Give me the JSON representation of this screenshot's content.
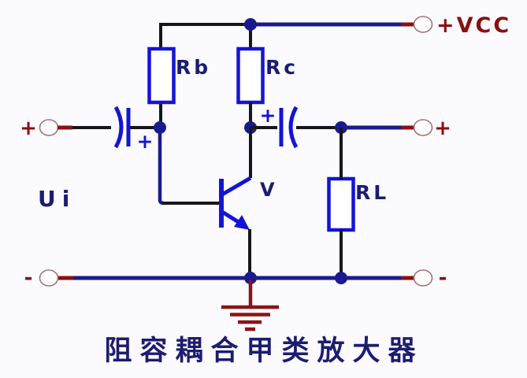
{
  "colors": {
    "background": "#fafaff",
    "wire_black": "#16161e",
    "wire_navy": "#1a1a8f",
    "component_blue": "#1414d6",
    "label_navy": "#1c1c70",
    "dark_red": "#8b0f0f",
    "ground_red": "#8b1414",
    "terminal_outline": "#a57070"
  },
  "labels": {
    "title": "阻容耦合甲类放大器",
    "input_signal": "Ui",
    "resistor_base": "Rb",
    "resistor_collector": "Rc",
    "resistor_load": "RL",
    "transistor": "V",
    "supply": "+VCC",
    "plus": "+",
    "minus": "-",
    "cap_polarity": "+"
  }
}
